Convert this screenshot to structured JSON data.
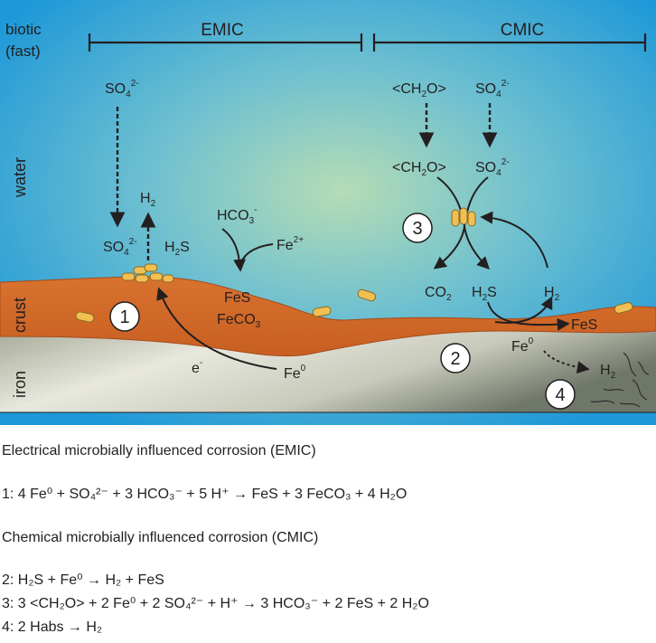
{
  "zones": {
    "biotic": [
      "biotic",
      "(fast)"
    ],
    "water": "water",
    "crust": "crust",
    "iron": "iron"
  },
  "brackets": {
    "emic": "EMIC",
    "cmic": "CMIC"
  },
  "species": {
    "sulfate": "SO",
    "sulfate_sub": "4",
    "sulfate_sup": "2-",
    "ch2o": "<CH",
    "ch2o_sub": "2",
    "ch2o_end": "O>",
    "h2": "H",
    "h2_sub": "2",
    "h2s": "H",
    "h2s_sub": "2",
    "h2s_end": "S",
    "hco3": "HCO",
    "hco3_sub": "3",
    "hco3_sup": "-",
    "fe2": "Fe",
    "fe2_sup": "2+",
    "fes": "FeS",
    "feco3": "FeCO",
    "feco3_sub": "3",
    "electron": "e",
    "electron_sup": "-",
    "fe0": "Fe",
    "fe0_sup": "0",
    "co2": "CO",
    "co2_sub": "2"
  },
  "markers": [
    "1",
    "2",
    "3",
    "4"
  ],
  "colors": {
    "water_top": "#1e9ad8",
    "water_center": "#a9d8b4",
    "crust": "#d66a28",
    "iron_light": "#e6e6dc",
    "iron_dark": "#7d8575",
    "cell": "#f2bf52",
    "cell_outline": "#8a6a20"
  },
  "sections": {
    "emic_title": "Electrical microbially influenced corrosion (EMIC)",
    "cmic_title": "Chemical microbially influenced corrosion (CMIC)"
  },
  "equations": [
    "1: 4 Fe⁰ + SO₄²⁻ + 3 HCO₃⁻ + 5 H⁺ → FeS + 3 FeCO₃ + 4 H₂O",
    "2: H₂S + Fe⁰ → H₂ + FeS",
    "3: 3 <CH₂O> + 2 Fe⁰ + 2 SO₄²⁻ + H⁺ → 3 HCO₃⁻ + 2 FeS + 2 H₂O",
    "4: 2 Habs → H₂"
  ]
}
